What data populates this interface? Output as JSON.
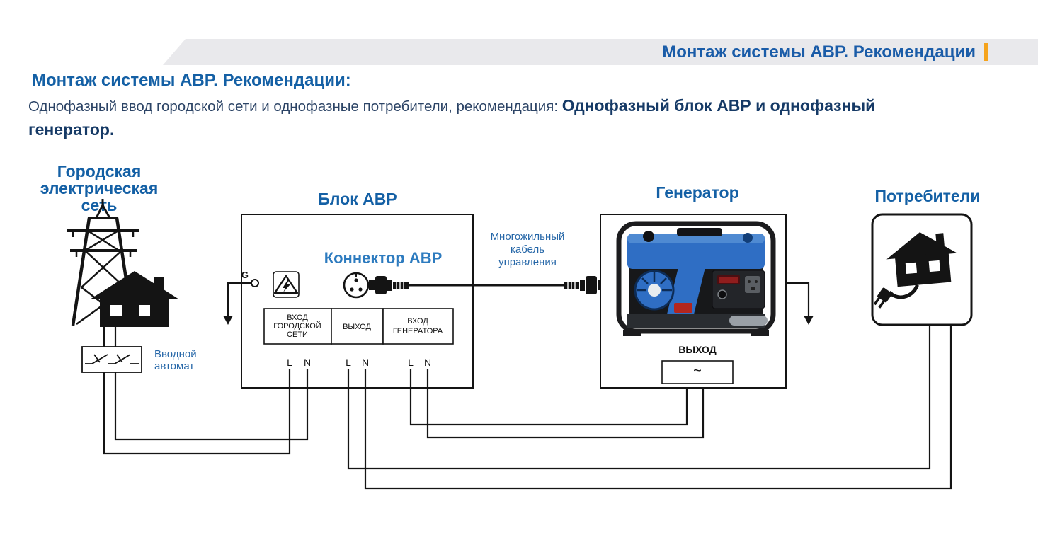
{
  "colors": {
    "accent_orange": "#F5A31C",
    "heading_blue": "#1460A5",
    "band_gray": "#E9E9EC",
    "wire_black": "#141414",
    "generator_blue": "#2F6EC4"
  },
  "header": {
    "band_title": "Монтаж системы АВР. Рекомендации"
  },
  "intro": {
    "title": "Монтаж системы АВР. Рекомендации:",
    "line1_regular": "Однофазный ввод городской сети и однофазные потребители, рекомендация: ",
    "line1_bold": "Однофазный блок АВР и однофазный",
    "line2_bold": "генератор."
  },
  "diagram": {
    "city_grid": {
      "label_lines": [
        "Городская",
        "электрическая",
        "сеть"
      ],
      "breaker_label_lines": [
        "Вводной",
        "автомат"
      ]
    },
    "avr_unit": {
      "title": "Блок АВР",
      "connector_label": "Коннектор АВР",
      "ground_label": "G",
      "terminals": [
        {
          "lines": [
            "ВХОД",
            "ГОРОДСКОЙ",
            "СЕТИ"
          ]
        },
        {
          "lines": [
            "ВЫХОД"
          ]
        },
        {
          "lines": [
            "ВХОД",
            "ГЕНЕРАТОРА"
          ]
        }
      ],
      "phase": {
        "l": "L",
        "n": "N"
      }
    },
    "control_cable": {
      "label_lines": [
        "Многожильный",
        "кабель",
        "управления"
      ]
    },
    "generator": {
      "title": "Генератор",
      "output_label": "ВЫХОД",
      "ac_symbol": "~"
    },
    "consumers": {
      "title": "Потребители"
    }
  }
}
